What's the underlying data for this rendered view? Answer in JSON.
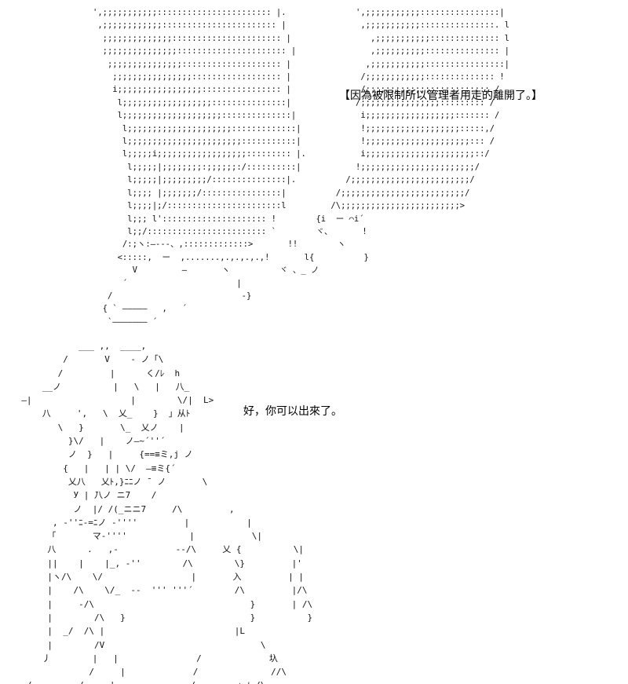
{
  "panel_top": {
    "caption": "【因為被限制所以管理者用走的離開了。】",
    "art": [
      "',;;;;;;;;;;;::::::::::::::::::::::: |.              ',;;;;;;;;;;;::::::::::::::::|",
      " ,;;;;;;;;;;;;::::::::::::::::::::::: |               ,;;;;;;;;;;;:::::::::::::::. l",
      "  ;;;;;;;;;;;;;;:::::::::::::::::::::: |                ,;;;;;;;;;;;:::::::::::::: l",
      "  ;;;;;;;;;;;;;;;:::::::::::::::::::::: |               ,;;;;;;;;;;::::::::::::::: |",
      "   ;;;;;;;;;;;;;;;:::::::::::::::::::: |               ,;;;;;;;;;;;::::::::::::::::|",
      "    ;;;;;;;;;;;;;;;;:::::::::::::::::: |              /;;;;;;;;;;;;:::::::::::::: !",
      "    i;;;;;;;;;;;;;;;;;:::::::::::::::: |              /;;;;;;;;;;;;;;::::::::::: /",
      "     l;;;;;;;;;;;;;;;;;;:::::::::::::::|             /;;;;;;;;;;;;;;;;::::::::: /",
      "     l;;;;;;;;;;;;;;;;;;;;::::::::::::::|             i;;;;;;;;;;;;;;;;;;::::::: /",
      "      l;;;;;;;;;;;;;;;;;;;;;:::::::::::::|            !;;;;;;;;;;;;;;;;;;;:::::,/",
      "      l;;;;;;;;;;;;;;;;;;;;;;;:::::::::::|            !;;;;;;;;;;;;;;;;;;;;;::: /",
      "      l;;;;;i;;;;;;;;;;;;;;;;;;::::::::: |.           i;;;;;;;;;;;;;;;;;;;;;;::/",
      "       l;;;;;|;;;;;;;;:;;;;;;:/::::::::::|           !;;;;;;;;;;;;;;;;;;;;;;;/",
      "       l;;;;;|;;;;;;;;;/:::::::::::::::|.          /;;;;;;;;;;;;;;;;;;;;;;;;/",
      "       l;;;; |;;;;;;;/::::::::::::::::|          /;;;;;;;;;;;;;;;;;;;;;;;;;/",
      "       l;;;;|;/:::::::::::::::::::::::l         /\\;;;;;;;;;;;;;;;;;;;;;;;;>",
      "       l;;; l'::::::::::::::::::::: !        {i  ー ⌒i´",
      "       l;;/:::::::::::::::::::::::: `        ヾ、      !",
      "      /:;ヽ:―‐--、,:::::::::::::>       !!        ヽ",
      "     <:::::,  ー  ,.......,.,.,.,.,!       l{          }",
      "        V         ―       ヽ          ヾ 、_ ノ",
      "      ´                      |",
      "   /                          -}",
      "  { ` ―――――   ,   ´",
      "   `――――――― ´"
    ]
  },
  "panel_bottom": {
    "caption": "好，你可以出來了。",
    "art": [
      "             ___ ,,  ____,",
      "          /       V    - ノ「\\",
      "         /         |      く/ﾚ  h",
      "      __ノ          |   \\   |   八_",
      "  ―|                   |        \\/|  L>",
      "      八     ',   \\  乂_    }  」从ﾄ",
      "         \\   }       \\_  乂ノ    |",
      "           }\\/   |    ノ―~´''´",
      "           ノ  }   |     {==≡ミ,j ノ",
      "          {   |   | | \\/  ―≡ミ{´",
      "           乂八   乂ﾄ,}ﾆﾆノ ̄  ノ       \\",
      "            У | ̄八ノ ニ7    /",
      "            ノ  |/ /(_ニニ7     /\\         ,",
      "        , -''ﾆ-=ﾆノ -''''         |           |",
      "       「       マ-''''            |           \\|",
      "       八      .   ,-           --/\\     乂 {          \\|",
      "       ||    |    |_, -''        /\\        \\}         |'",
      "       |ヽ/\\    \\/                 |       入         | |",
      "       |    /\\    \\/_  --  ''' '''´        /\\         |/\\",
      "       |     -/\\                              }       | /\\",
      "       |        /\\   }                        }          }",
      "       |  _/  /\\ |                         |L",
      "       |        /V                              \\",
      "      丿        |   |               /             圦",
      "               /     |             /              //\\",
      "   /         /     |  、、        __/        」ﾉ /\\"
    ]
  }
}
